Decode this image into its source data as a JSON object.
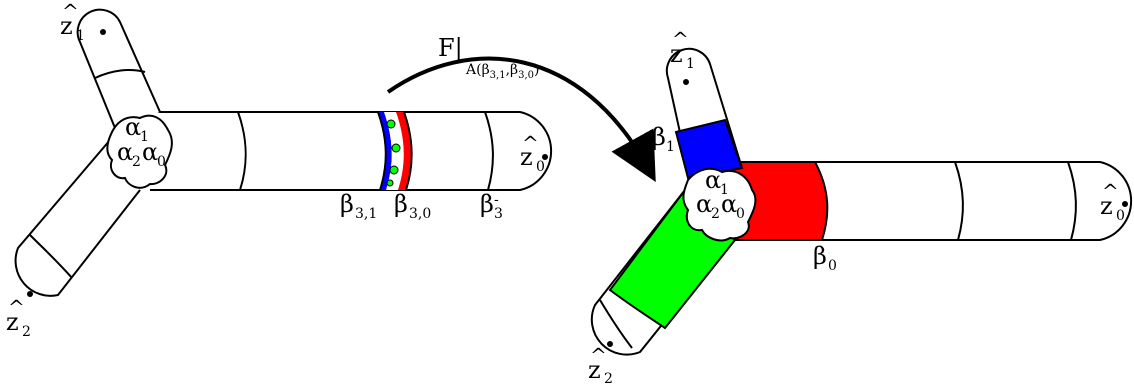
{
  "colors": {
    "outline": "#000000",
    "blue": "#0000ff",
    "red": "#ff0000",
    "green": "#00ff00",
    "white": "#ffffff"
  },
  "labels": {
    "z": "z",
    "hat": "^",
    "alpha": "α",
    "beta": "β",
    "sub_0": "0",
    "sub_1": "1",
    "sub_2": "2",
    "sub_3": "3",
    "sub_31": "3,1",
    "sub_30": "3,0",
    "sup_minus": "-"
  },
  "arrow_label": {
    "main": "F|",
    "sub": "A(β",
    "sub31": "3,1",
    "comma": ",β",
    "sub30": "3,0",
    "close": ")"
  }
}
